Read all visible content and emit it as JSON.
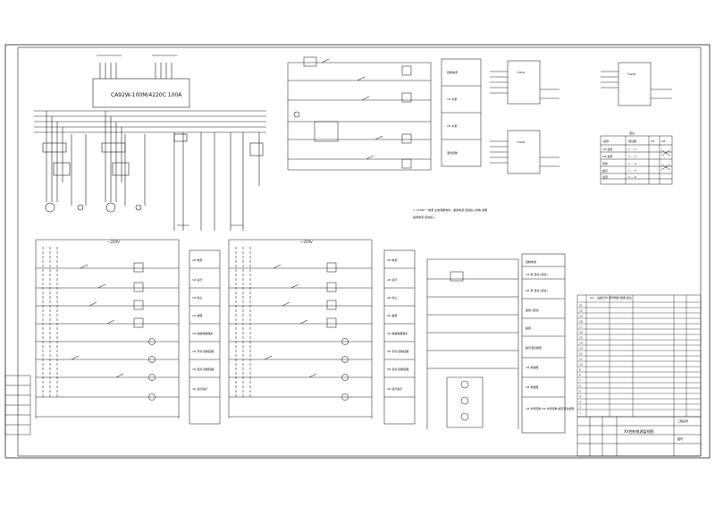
{
  "drawing": {
    "contactor_label": "CA92W-100M/4220C 100A",
    "title_block": {
      "drawing_name": "XX控制电源监视图",
      "project": "工程名称",
      "sheet": "图号"
    },
    "note_text": "1. YCS2P 一电源 主电源断电时，备用电源 自动投入供电 说明",
    "note_text2": "备用电源 自动投入",
    "section_labels": [
      "~220V",
      "~220V"
    ],
    "panel_a": {
      "items": [
        "1# 电源",
        "1# 运行",
        "1# 停止",
        "1# 故障",
        "1# 热继电器保护",
        "1# 手动 控制回路",
        "1# 自动 控制回路",
        "1# 运行指示"
      ]
    },
    "panel_b": {
      "items": [
        "2# 电源",
        "2# 运行",
        "2# 停止",
        "2# 故障",
        "2# 热继电器保护",
        "2# 手动 控制回路",
        "2# 自动 控制回路",
        "2# 运行指示"
      ]
    },
    "panel_c": {
      "items": [
        "控制电源",
        "1# 泵 自动 (液位)",
        "2# 泵 自动 (液位)",
        "备用 (自动)",
        "备用",
        "超高液位报警",
        "1# 泵故障",
        "2# 泵故障",
        "1# 水泵控制 2# 水泵控制 超高液位报警"
      ]
    },
    "top_panel": {
      "items": [
        "控制电源",
        "1# 水泵",
        "2# 水泵",
        "液位控制"
      ]
    },
    "module_labels": [
      "YS201",
      "YS202",
      "YS203"
    ],
    "small_table": {
      "title": "液位",
      "headers": [
        "名称",
        "液位器",
        "1#",
        "2#"
      ],
      "rows": [
        [
          "1# 启泵",
          "1 — 2"
        ],
        [
          "2# 启泵",
          "1 — 3"
        ],
        [
          "停泵",
          "1 — 4"
        ],
        [
          "超高",
          "1 — 5"
        ],
        [
          "溢流",
          "1 — 6"
        ]
      ]
    },
    "bom": {
      "title": "XX— 设备元件 型号规格 数量 备注",
      "rows": [
        [
          "21",
          "",
          "",
          "",
          ""
        ],
        [
          "20",
          "",
          "",
          "",
          ""
        ],
        [
          "19",
          "",
          "",
          "",
          ""
        ],
        [
          "18",
          "",
          "",
          "",
          ""
        ],
        [
          "17",
          "",
          "",
          "",
          ""
        ],
        [
          "16",
          "",
          "",
          "",
          ""
        ],
        [
          "15",
          "",
          "",
          "",
          ""
        ],
        [
          "14",
          "",
          "",
          "",
          ""
        ],
        [
          "13",
          "",
          "",
          "",
          ""
        ],
        [
          "12",
          "",
          "",
          "",
          ""
        ],
        [
          "11",
          "",
          "",
          "",
          ""
        ],
        [
          "10",
          "",
          "",
          "",
          ""
        ],
        [
          "9",
          "",
          "",
          "",
          ""
        ],
        [
          "8",
          "",
          "",
          "",
          ""
        ],
        [
          "7",
          "",
          "",
          "",
          ""
        ],
        [
          "6",
          "",
          "",
          "",
          ""
        ],
        [
          "5",
          "",
          "",
          "",
          ""
        ],
        [
          "4",
          "",
          "",
          "",
          ""
        ],
        [
          "3",
          "",
          "",
          "",
          ""
        ],
        [
          "2",
          "",
          "",
          "",
          ""
        ],
        [
          "1",
          "",
          "",
          "",
          ""
        ]
      ]
    },
    "left_legend": [
      "",
      "",
      "",
      "",
      "",
      ""
    ]
  }
}
